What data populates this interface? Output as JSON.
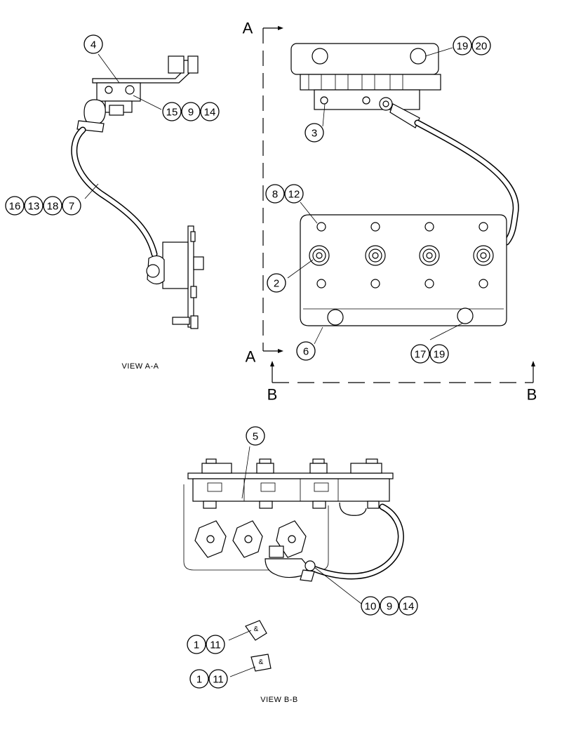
{
  "views": {
    "a": {
      "caption": "VIEW A-A"
    },
    "b": {
      "caption": "VIEW B-B"
    }
  },
  "section_markers": [
    {
      "id": "a-top",
      "letter": "A"
    },
    {
      "id": "a-bottom",
      "letter": "A"
    },
    {
      "id": "b-left",
      "letter": "B"
    },
    {
      "id": "b-right",
      "letter": "B"
    }
  ],
  "callouts": [
    {
      "id": "c4",
      "numbers": [
        "4"
      ]
    },
    {
      "id": "c15",
      "numbers": [
        "15",
        "9",
        "14"
      ]
    },
    {
      "id": "c16",
      "numbers": [
        "16",
        "13",
        "18",
        "7"
      ]
    },
    {
      "id": "c19",
      "numbers": [
        "19",
        "20"
      ]
    },
    {
      "id": "c3",
      "numbers": [
        "3"
      ]
    },
    {
      "id": "c8",
      "numbers": [
        "8",
        "12"
      ]
    },
    {
      "id": "c2",
      "numbers": [
        "2"
      ]
    },
    {
      "id": "c6",
      "numbers": [
        "6"
      ]
    },
    {
      "id": "c17",
      "numbers": [
        "17",
        "19"
      ]
    },
    {
      "id": "c5",
      "numbers": [
        "5"
      ]
    },
    {
      "id": "c10",
      "numbers": [
        "10",
        "9",
        "14"
      ]
    },
    {
      "id": "c1a",
      "numbers": [
        "1",
        "11"
      ]
    },
    {
      "id": "c1b",
      "numbers": [
        "1",
        "11"
      ]
    }
  ]
}
